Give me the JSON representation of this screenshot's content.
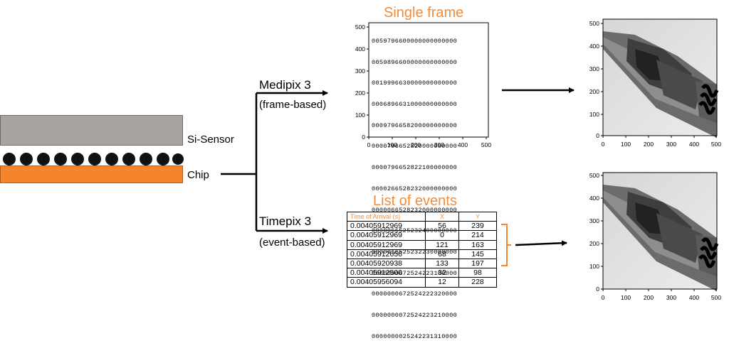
{
  "labels": {
    "sensor": "Si-Sensor",
    "chip": "Chip",
    "medipix": "Medipix 3",
    "medipix_mode": "(frame-based)",
    "timepix": "Timepix 3",
    "timepix_mode": "(event-based)",
    "single_frame_title": "Single frame",
    "events_title": "List of events"
  },
  "frame_axes": {
    "y_ticks": [
      "500",
      "400",
      "300",
      "200",
      "100",
      "0"
    ],
    "x_ticks": [
      "0",
      "100",
      "200",
      "300",
      "400",
      "500"
    ]
  },
  "frame_rows": [
    "0059796600000000000000",
    "0059896600000000000000",
    "0019996630000000000000",
    "0006896631000000000000",
    "0009796658200000000000",
    "0000796652820000000000",
    "0000796652822100000000",
    "0000266528232000000000",
    "0000066528232000000000",
    "0000066525232400000000",
    "0000016525232230000000",
    "0000000672524223100000",
    "0000000672524222320000",
    "0000000072524223210000",
    "0000000025242231310000"
  ],
  "events_table": {
    "headers": [
      "Time of Arrival (s)",
      "X",
      "Y"
    ],
    "rows": [
      [
        "0.00405912969",
        "56",
        "239"
      ],
      [
        "0.00405912969",
        "0",
        "214"
      ],
      [
        "0.00405912969",
        "121",
        "163"
      ],
      [
        "0.00405912656",
        "68",
        "145"
      ],
      [
        "0.00405920938",
        "133",
        "197"
      ],
      [
        "0.00405912500",
        "32",
        "98"
      ],
      [
        "0.00405956094",
        "12",
        "228"
      ]
    ]
  },
  "image_axes": {
    "y_ticks": [
      "500",
      "400",
      "300",
      "200",
      "100",
      "0"
    ],
    "x_ticks": [
      "0",
      "100",
      "200",
      "300",
      "400",
      "500"
    ]
  },
  "colors": {
    "orange": "#f5842c",
    "orange_text": "#f08c3c",
    "sensor_gray": "#a9a3a1"
  }
}
